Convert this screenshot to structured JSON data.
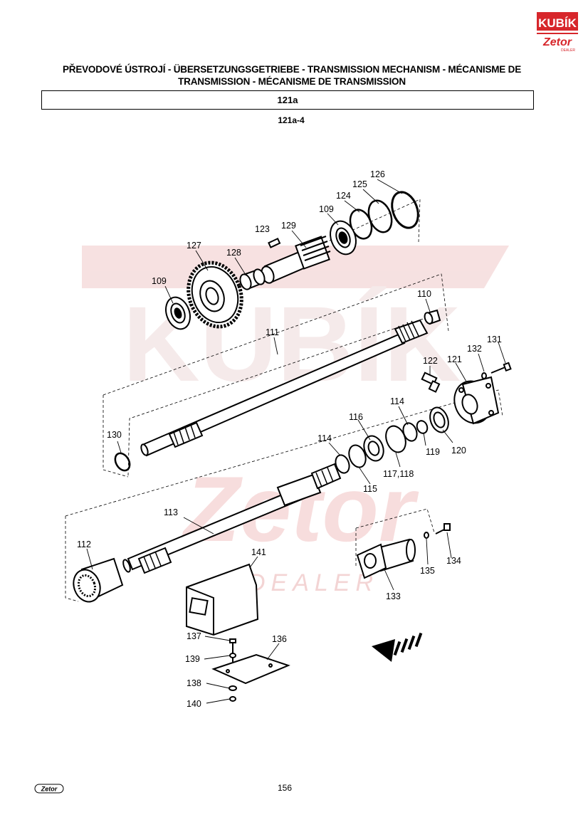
{
  "header": {
    "title_line1": "PŘEVODOVÉ ÚSTROJÍ - ÜBERSETZUNGSGETRIEBE - TRANSMISSION MECHANISM - MÉCANISME DE",
    "title_line2": "TRANSMISSION - MÉCANISME DE TRANSMISSION",
    "group": "121a",
    "subgroup": "121a-4"
  },
  "logo": {
    "brand_top": "KUBÍK",
    "brand_bottom": "Zetor",
    "brand_small": "DEALER",
    "colors": {
      "red": "#d7262b",
      "black": "#111111"
    }
  },
  "watermark": {
    "text1": "KUBÍK",
    "text2": "Zetor",
    "text3": "DEALER",
    "color": "#f1c9c9"
  },
  "callouts": {
    "c126": "126",
    "c125": "125",
    "c124": "124",
    "c109a": "109",
    "c129": "129",
    "c123": "123",
    "c127": "127",
    "c128": "128",
    "c109b": "109",
    "c110": "110",
    "c111": "111",
    "c131": "131",
    "c132": "132",
    "c121": "121",
    "c122": "122",
    "c114a": "114",
    "c116": "116",
    "c119": "119",
    "c120": "120",
    "c117": "117,118",
    "c130": "130",
    "c114b": "114",
    "c115": "115",
    "c113": "113",
    "c112": "112",
    "c141": "141",
    "c133": "133",
    "c135": "135",
    "c134": "134",
    "c137": "137",
    "c136": "136",
    "c139": "139",
    "c138": "138",
    "c140": "140"
  },
  "footer": {
    "page": "156",
    "logo_text": "Zetor"
  }
}
